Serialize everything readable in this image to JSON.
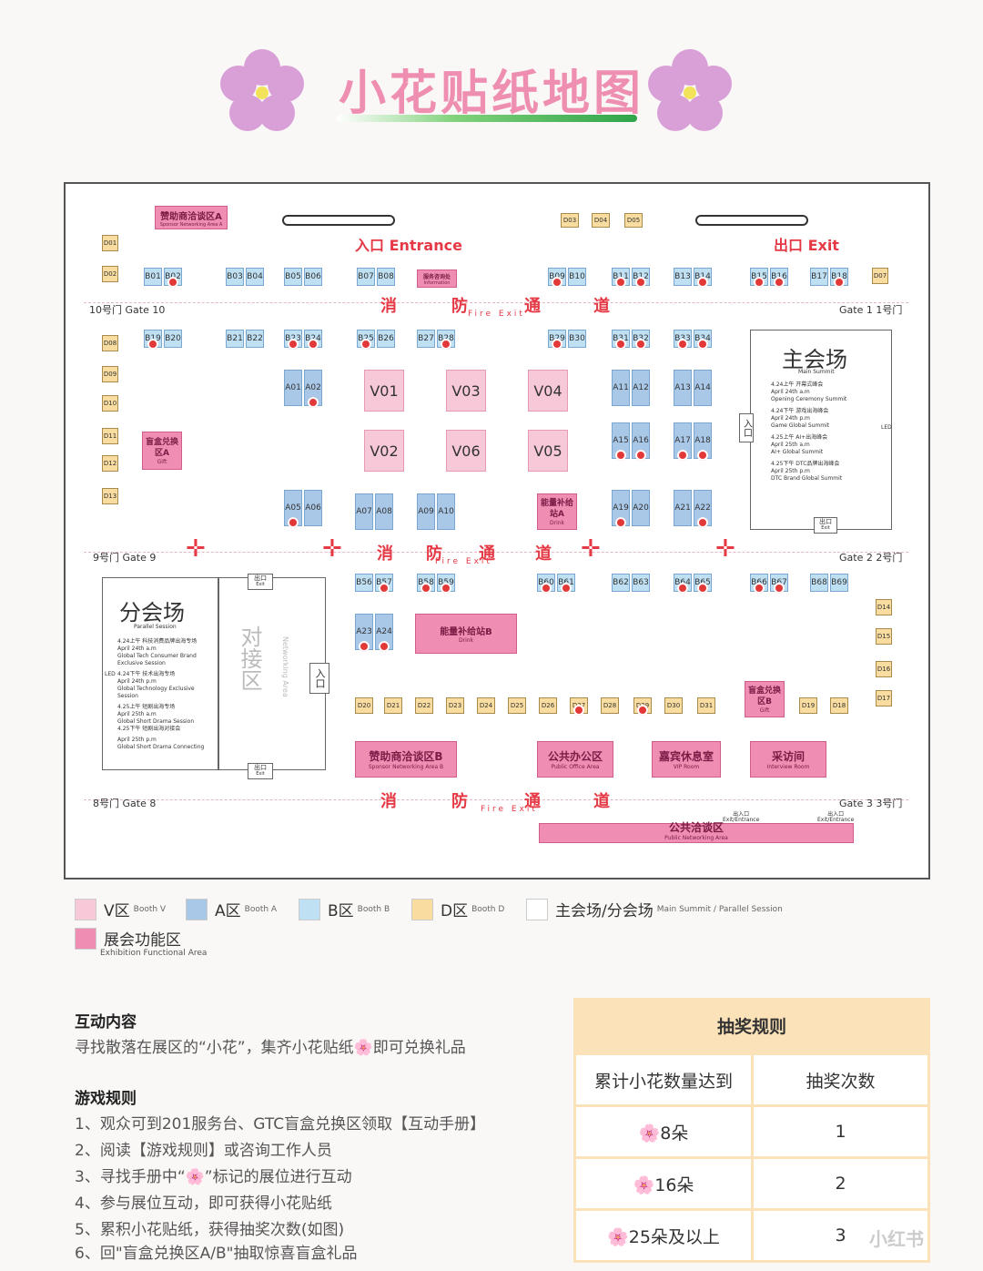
{
  "title": "小花贴纸地图",
  "map": {
    "sponsor_a": "赞助商洽谈区A",
    "sponsor_a_sub": "Sponsor Networking Area A",
    "entrance": "入口 Entrance",
    "exit": "出口 Exit",
    "info": "服务咨询处",
    "info_sub": "Information",
    "gate10": "10号门 Gate 10",
    "gate1": "Gate 1  1号门",
    "gate9": "9号门 Gate 9",
    "gate2": "Gate 2  2号门",
    "gate8": "8号门 Gate 8",
    "gate3": "Gate 3  3号门",
    "fire_chars": [
      "消",
      "防",
      "通",
      "道"
    ],
    "fire_sub": "Fire Exit",
    "main_summit_title": "主会场",
    "main_summit_sub": "Main Summit",
    "main_summit_items": [
      "4.24上午 开幕式峰会",
      "April 24th a.m",
      "Opening Ceremony Summit",
      "4.24下午 游戏出海峰会",
      "April 24th p.m",
      "Game Global Summit",
      "4.25上午 AI+出海峰会",
      "April 25th a.m",
      "AI+ Global Summit",
      "4.25下午 DTC品牌出海峰会",
      "April 25th p.m",
      "DTC Brand Global Summit"
    ],
    "parallel_title": "分会场",
    "parallel_sub": "Parallel Session",
    "parallel_items": [
      "4.24上午 科技消费品牌出海专场",
      "April 24th a.m",
      "Global Tech Consumer Brand",
      "Exclusive Session",
      "4.24下午 技术出海专场",
      "April 24th p.m",
      "Global Technology Exclusive",
      "Session",
      "4.25上午 短剧出海专场",
      "April 25th a.m",
      "Global Short Drama Session",
      "4.25下午 短剧出海对接会",
      "April 25th p.m",
      "Global Short Drama Connecting"
    ],
    "networking": "对接区",
    "networking_en": "Networking Area",
    "entry_short": "入口",
    "exit_short": "出口",
    "exit_en": "Exit",
    "led": "LED",
    "blindbox_a": "盲盒兑换区A",
    "blindbox_b": "盲盒兑换区B",
    "gift": "Gift",
    "energy_a": "能量补给站A",
    "energy_b": "能量补给站B",
    "drink": "Drink",
    "sponsor_b": "赞助商洽谈区B",
    "sponsor_b_sub": "Sponsor Networking Area B",
    "office": "公共办公区",
    "office_sub": "Public Office Area",
    "vip": "嘉宾休息室",
    "vip_sub": "VIP Room",
    "interview": "采访间",
    "interview_sub": "Interview Room",
    "public_net": "公共洽谈区",
    "public_net_sub": "Public Networking Area",
    "entry_exit": "出入口",
    "entry_exit_en": "Exit/Entrance",
    "v_booths": [
      "V01",
      "V03",
      "V04",
      "V02",
      "V06",
      "V05"
    ],
    "d_left": [
      "D01",
      "D02",
      "D08",
      "D09",
      "D10",
      "D11",
      "D12",
      "D13"
    ],
    "d_top": [
      "D03",
      "D04",
      "D05",
      "D07"
    ],
    "d_right": [
      "D14",
      "D15",
      "D16",
      "D17"
    ],
    "d_bottom": [
      "D20",
      "D21",
      "D22",
      "D23",
      "D24",
      "D25",
      "D26",
      "D27",
      "D28",
      "D29",
      "D30",
      "D31",
      "D19",
      "D18"
    ],
    "b_row1": [
      "B01",
      "B02",
      "B03",
      "B04",
      "B05",
      "B06",
      "B07",
      "B08",
      "B09",
      "B10",
      "B11",
      "B12",
      "B13",
      "B14",
      "B15",
      "B16",
      "B17",
      "B18"
    ],
    "b_row2": [
      "B19",
      "B20",
      "B21",
      "B22",
      "B23",
      "B24",
      "B25",
      "B26",
      "B27",
      "B28",
      "B29",
      "B30",
      "B31",
      "B32",
      "B33",
      "B34"
    ],
    "b_lower1": [
      "B56",
      "B57",
      "B58",
      "B59",
      "B60",
      "B61",
      "B62",
      "B63",
      "B64",
      "B65",
      "B66",
      "B67",
      "B68",
      "B69"
    ],
    "a_blocks": [
      "A01",
      "A02",
      "A05",
      "A06",
      "A07",
      "A08",
      "A09",
      "A10",
      "A11",
      "A12",
      "A13",
      "A14",
      "A15",
      "A16",
      "A17",
      "A18",
      "A19",
      "A20",
      "A21",
      "A22",
      "A23",
      "A24"
    ]
  },
  "legend": [
    {
      "zh": "V区",
      "en": "Booth V",
      "color": "#f7c8d8"
    },
    {
      "zh": "A区",
      "en": "Booth A",
      "color": "#a9c8e8"
    },
    {
      "zh": "B区",
      "en": "Booth B",
      "color": "#bfe0f3"
    },
    {
      "zh": "D区",
      "en": "Booth D",
      "color": "#f8dca0"
    },
    {
      "zh": "主会场/分会场",
      "en": "Main Summit / Parallel Session",
      "color": "#ffffff"
    },
    {
      "zh": "展会功能区",
      "en": "Exhibition Functional Area",
      "color": "#ef8db2"
    }
  ],
  "interact": {
    "title": "互动内容",
    "text": "寻找散落在展区的“小花”，集齐小花贴纸🌸即可兑换礼品"
  },
  "rules": {
    "title": "游戏规则",
    "items": [
      "1、观众可到201服务台、GTC盲盒兑换区领取【互动手册】",
      "2、阅读【游戏规则】或咨询工作人员",
      "3、寻找手册中“🌸”标记的展位进行互动",
      "4、参与展位互动，即可获得小花贴纸",
      "5、累积小花贴纸，获得抽奖次数(如图)",
      "6、回\"盲盒兑换区A/B\"抽取惊喜盲盒礼品"
    ]
  },
  "prize": {
    "title": "抽奖规则",
    "col1": "累计小花数量达到",
    "col2": "抽奖次数",
    "rows": [
      {
        "count": "🌸8朵",
        "times": "1"
      },
      {
        "count": "🌸16朵",
        "times": "2"
      },
      {
        "count": "🌸25朵及以上",
        "times": "3"
      }
    ]
  },
  "watermark": "小红书"
}
